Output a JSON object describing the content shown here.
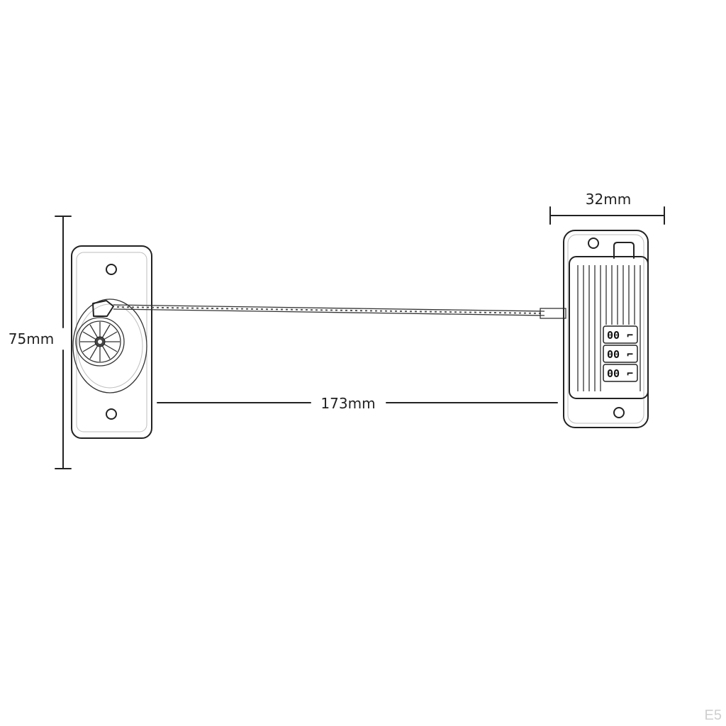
{
  "dimensions": {
    "height": "75mm",
    "length": "173mm",
    "width": "32mm"
  },
  "lock_dials": {
    "digits": [
      "00",
      "00",
      "00"
    ],
    "pointers": [
      "⌐",
      "⌐",
      "⌐"
    ]
  },
  "corner_label": "E5",
  "colors": {
    "line": "#222222",
    "background": "#ffffff",
    "corner_label": "#cfcfcf"
  }
}
